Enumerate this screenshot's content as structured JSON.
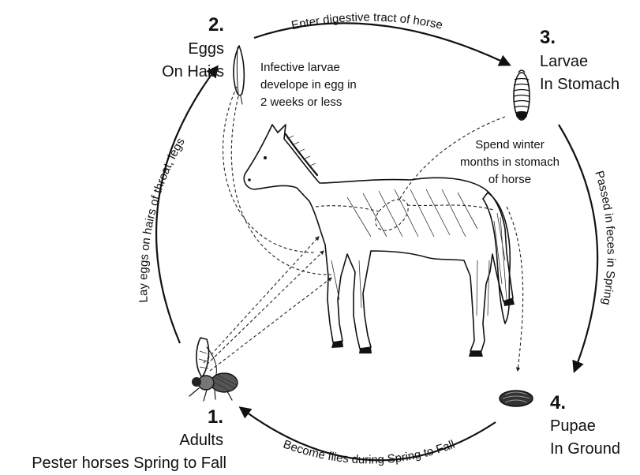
{
  "stages": {
    "adults": {
      "number": "1.",
      "title": "Adults",
      "subtitle": "Pester horses Spring to Fall"
    },
    "eggs": {
      "number": "2.",
      "title": "Eggs",
      "subtitle": "On Hairs"
    },
    "larvae": {
      "number": "3.",
      "title": "Larvae",
      "subtitle": "In Stomach"
    },
    "pupae": {
      "number": "4.",
      "title": "Pupae",
      "subtitle": "In Ground"
    }
  },
  "transitions": {
    "adults_to_eggs": "Lay eggs on hairs of throat, legs",
    "eggs_to_larvae": "Enter digestive tract of horse",
    "larvae_to_pupae": "Passed in feces in Spring",
    "pupae_to_adults": "Become flies during Spring to Fall"
  },
  "notes": {
    "infective": [
      "Infective larvae",
      "develope in egg in",
      "2 weeks or less"
    ],
    "winter": [
      "Spend winter",
      "months in stomach",
      "of horse"
    ]
  }
}
